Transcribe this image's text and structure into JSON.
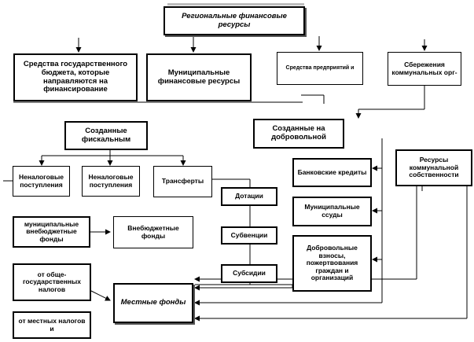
{
  "nodes": {
    "regional": "Региональные финансовые ресурсы",
    "state_budget_funds": "Средства государственного бюджета, которые направляются на финансирование",
    "municipal_fin_resources": "Муниципальные финансовые ресурсы",
    "enterprise_funds": "Средства предприятий и",
    "communal_savings": "Сбережения коммунальных орг-",
    "created_fiscal": "Созданные фискальным",
    "created_voluntary": "Созданные на добровольной",
    "nontax_1": "Неналоговые поступления",
    "nontax_2": "Неналоговые поступления",
    "transfers": "Трансферты",
    "subsidy": "Дотации",
    "subvention": "Субвенции",
    "subsidies": "Субсидии",
    "bank_credits": "Банковские кредиты",
    "municipal_loans": "Муниципальные ссуды",
    "voluntary_contributions": "Добровольные взносы, пожертвования граждан и организаций",
    "communal_property": "Ресурсы коммунальной собственности",
    "municipal_extrabudget": "муниципальные внебюджетные фонды",
    "extrabudget_funds": "Внебюджетные фонды",
    "state_taxes": "от обще-государственных налогов",
    "local_taxes": "от местных налогов и",
    "local_funds": "Местные фонды"
  }
}
